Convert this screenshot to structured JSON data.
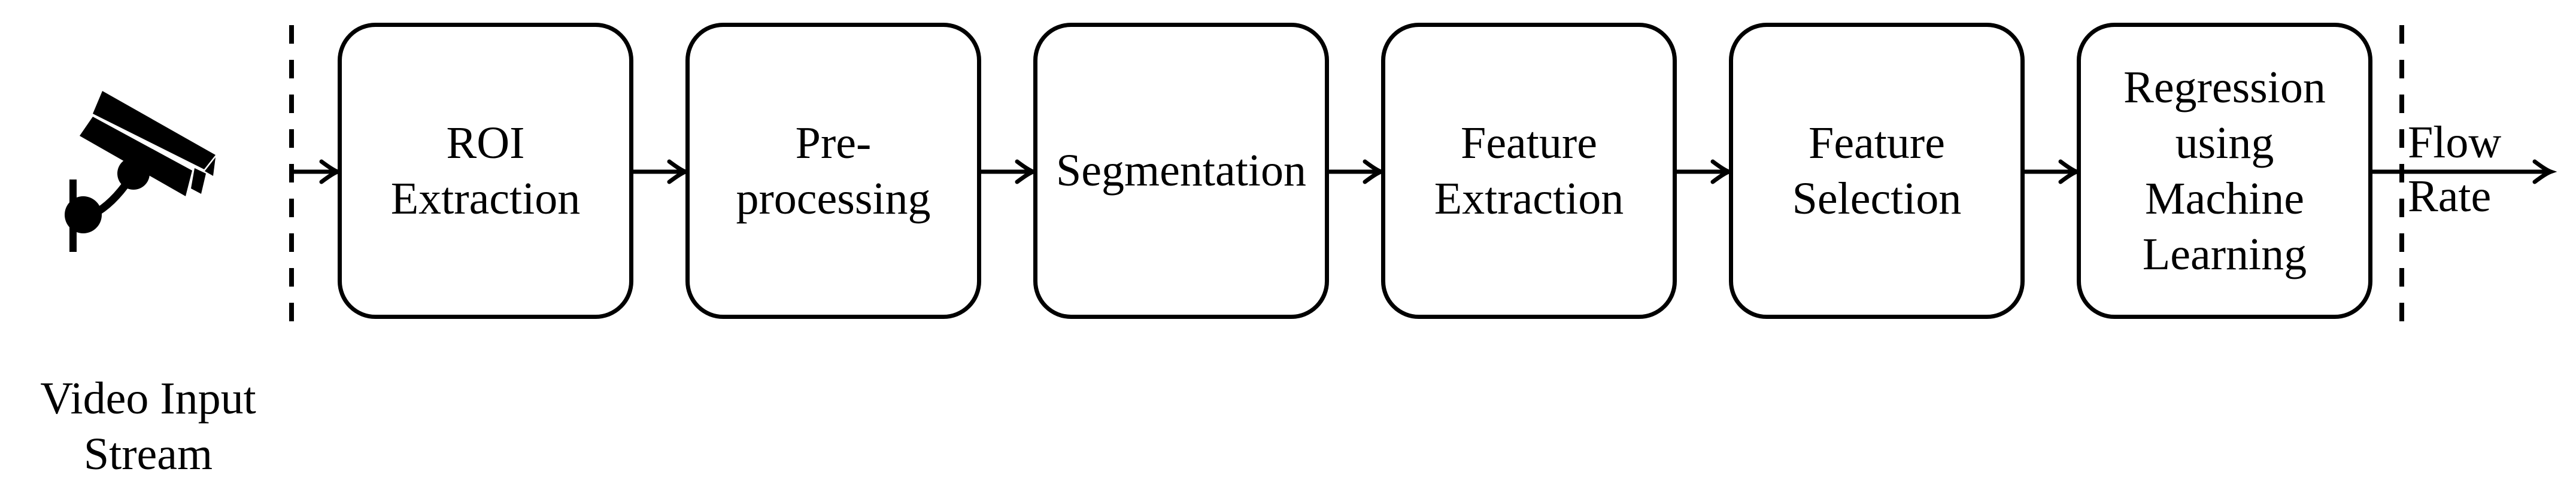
{
  "diagram": {
    "input": {
      "icon": "cctv-camera-icon",
      "label": "Video Input\nStream"
    },
    "stages": [
      {
        "label": "ROI\nExtraction"
      },
      {
        "label": "Pre-\nprocessing"
      },
      {
        "label": "Segmentation"
      },
      {
        "label": "Feature\nExtraction"
      },
      {
        "label": "Feature\nSelection"
      },
      {
        "label": "Regression\nusing\nMachine\nLearning"
      }
    ],
    "output": {
      "label": "Flow\nRate"
    },
    "colors": {
      "ink": "#000000",
      "background": "#ffffff"
    }
  }
}
